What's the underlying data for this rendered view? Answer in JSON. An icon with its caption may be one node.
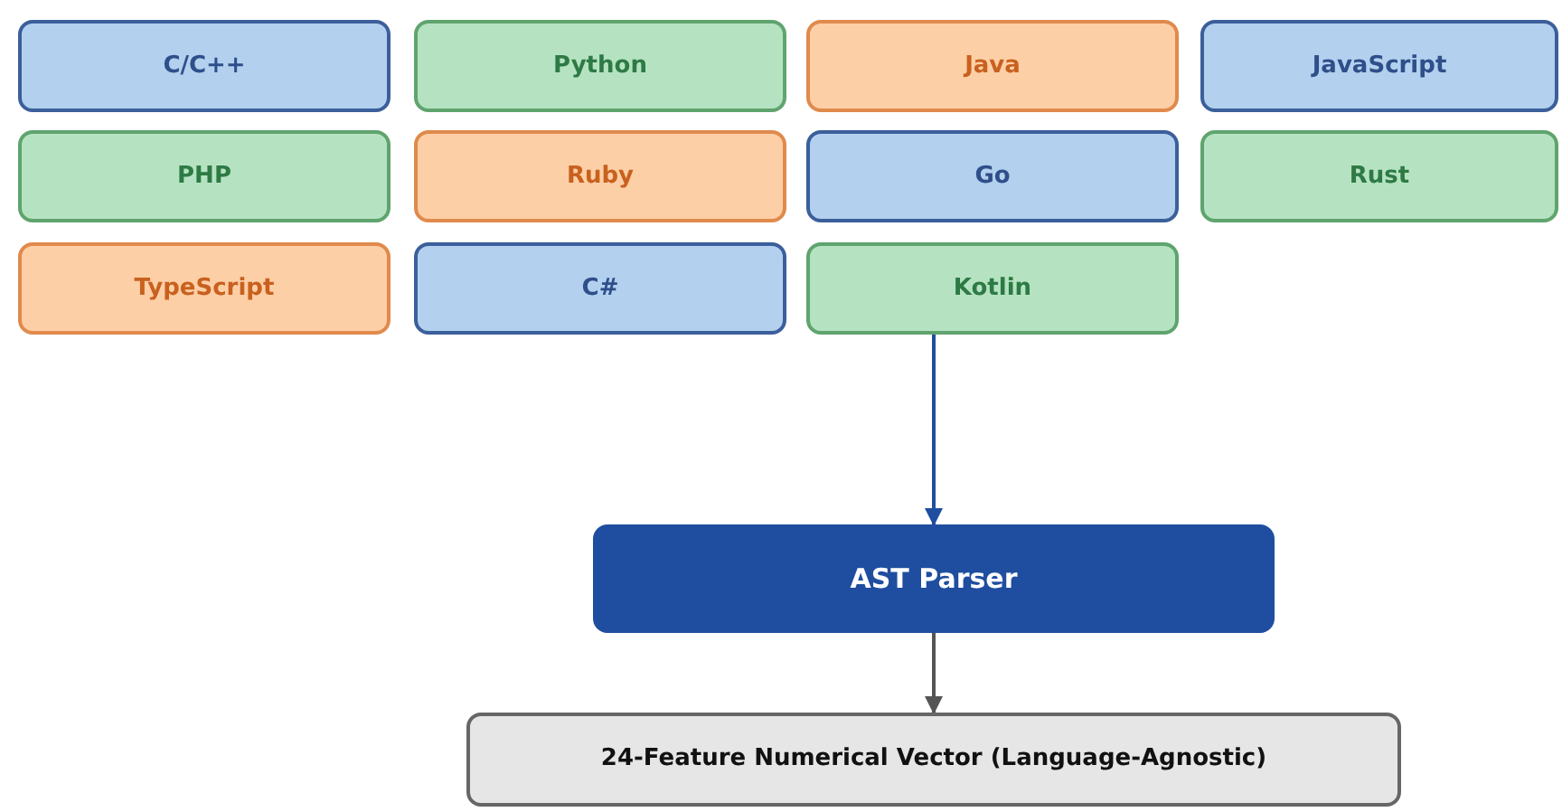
{
  "diagram": {
    "nodes": [
      {
        "text": [
          "C/C++"
        ]
      },
      {
        "text": [
          "Python"
        ]
      },
      {
        "text": [
          "Java"
        ]
      },
      {
        "text": [
          "JavaScript"
        ]
      },
      {
        "text": [
          "PHP"
        ]
      },
      {
        "text": [
          "Ruby"
        ]
      },
      {
        "text": [
          "Go"
        ]
      },
      {
        "text": [
          "Rust"
        ]
      },
      {
        "text": [
          "TypeScript"
        ]
      },
      {
        "text": [
          "C#"
        ]
      },
      {
        "text": [
          "Kotlin"
        ]
      },
      {
        "text": [
          "AST Parser"
        ]
      },
      {
        "text": [
          "24-Feature Numerical Vector (Language-Agnostic)"
        ]
      }
    ],
    "edges": [
      {
        "from": 10,
        "to": 11,
        "arrow": "to",
        "color": "#1f4ea0"
      },
      {
        "from": 11,
        "to": 12,
        "arrow": "to"
      }
    ]
  }
}
